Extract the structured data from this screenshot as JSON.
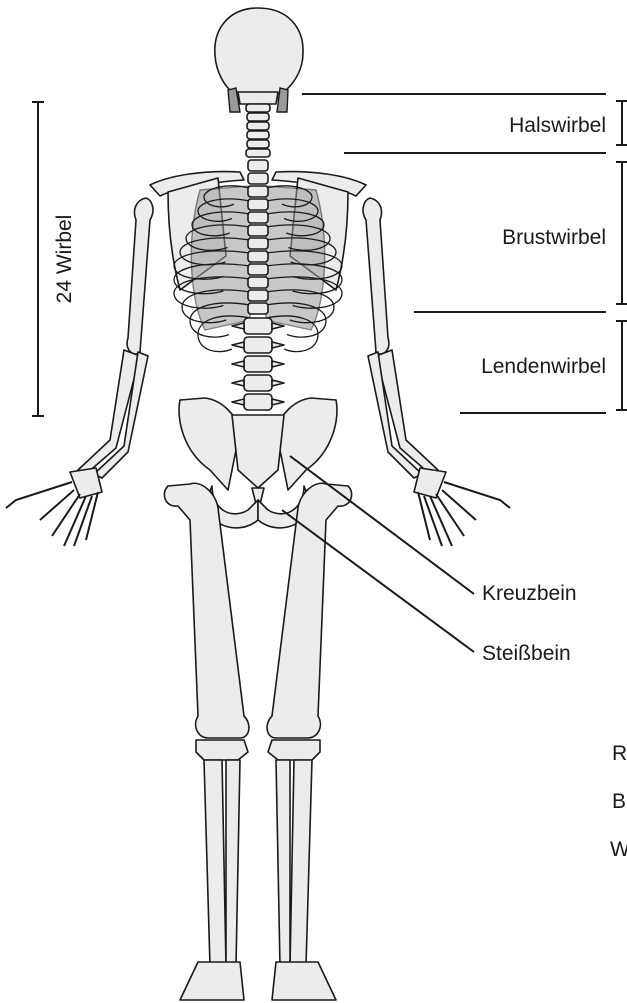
{
  "labels": {
    "total_vertebrae": "24 Wirbel",
    "cervical": "Halswirbel",
    "thoracic": "Brustwirbel",
    "lumbar": "Lendenwirbel",
    "sacrum": "Kreuzbein",
    "coccyx": "Steißbein"
  },
  "cut_off_letters": [
    "R",
    "B",
    "W"
  ],
  "colors": {
    "bone_fill": "#ececec",
    "bone_dark": "#9a9a9a",
    "outline": "#1a1a1a"
  }
}
